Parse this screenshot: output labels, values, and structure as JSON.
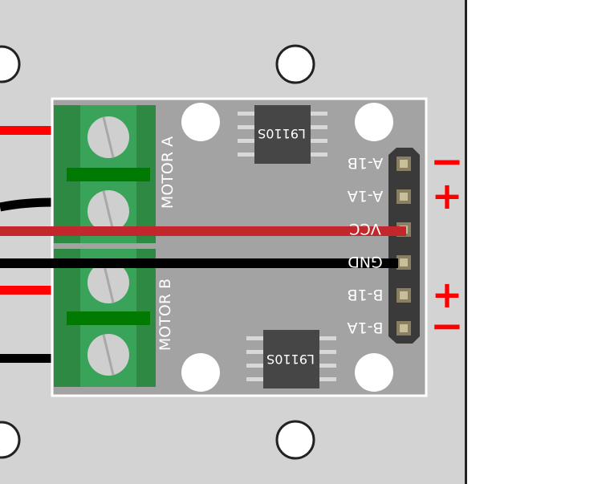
{
  "board": {
    "chip_top": "L9110S",
    "chip_bottom": "L9110S",
    "terminal_a_label": "MOTOR A",
    "terminal_b_label": "MOTOR B"
  },
  "pins": [
    {
      "label": "A-1B",
      "sign": "−"
    },
    {
      "label": "A-1A",
      "sign": "+"
    },
    {
      "label": "VCC",
      "sign": ""
    },
    {
      "label": "GND",
      "sign": ""
    },
    {
      "label": "B-1B",
      "sign": "+"
    },
    {
      "label": "B-1A",
      "sign": "−"
    }
  ],
  "colors": {
    "background_panel": "#d3d3d3",
    "board": "#a3a3a3",
    "terminal_block": "#3aa35a",
    "terminal_dark": "#2e8a43",
    "terminal_bar": "#007a00",
    "chip": "#464646",
    "header": "#3a3a3a",
    "wire_red": "#ff0000",
    "wire_dark_red": "#c1272d",
    "wire_black": "#000000",
    "sign_red": "#ff0000"
  }
}
